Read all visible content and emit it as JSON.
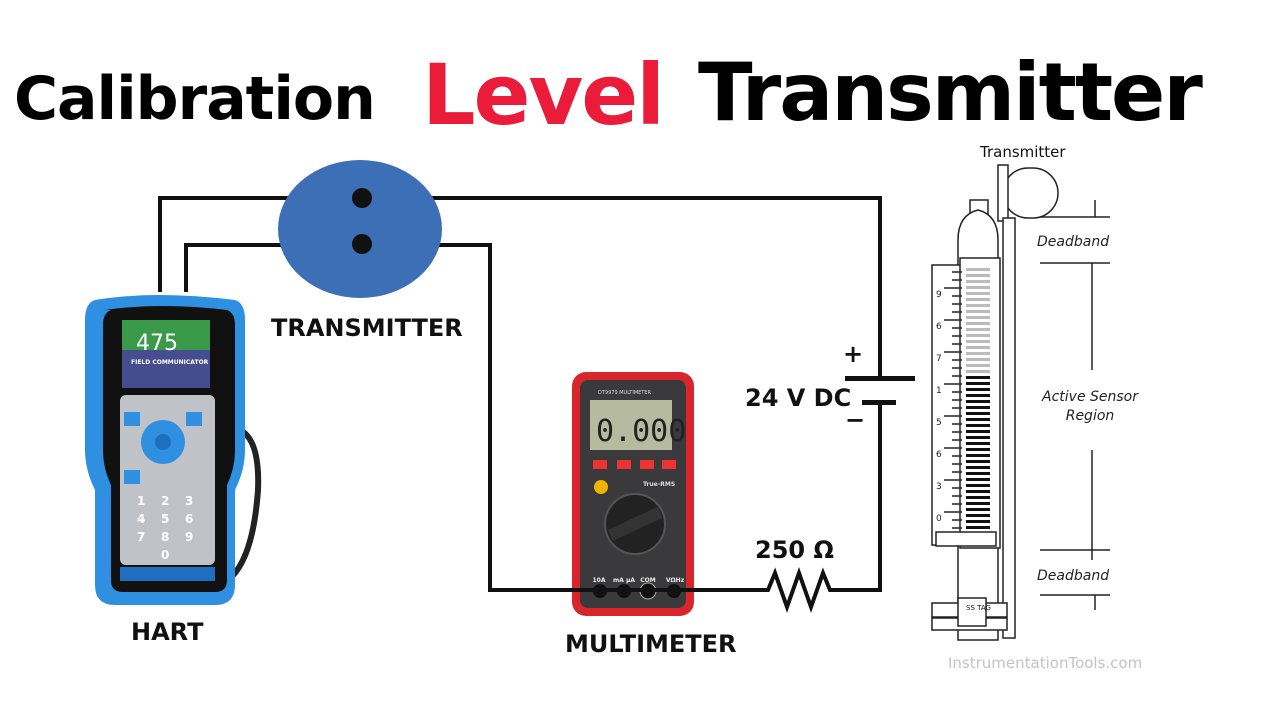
{
  "title": {
    "part1": "Calibration",
    "part2": "Level",
    "part3": "Transmitter",
    "accent_color": "#ea1c3a"
  },
  "labels": {
    "transmitter": "TRANSMITTER",
    "hart": "HART",
    "multimeter": "MULTIMETER",
    "supply": "24 V DC",
    "plus": "+",
    "minus": "−",
    "resistor": "250 Ω"
  },
  "hart_device": {
    "model": "475",
    "screen_text": "FIELD COMMUNICATOR",
    "keys": [
      "1",
      "2",
      "3",
      "4",
      "5",
      "6",
      "7",
      "8",
      "9",
      "0"
    ]
  },
  "multimeter_device": {
    "reading": "0.000",
    "brand": "DT9979 MULTIMETER",
    "rms": "True-RMS",
    "jacks": [
      "10A",
      "mA µA",
      "COM",
      "VΩHz"
    ]
  },
  "gauge": {
    "transmitter_label": "Transmitter",
    "deadband_top": "Deadband",
    "active_region": "Active Sensor Region",
    "deadband_bottom": "Deadband",
    "tag": "SS TAG",
    "scale_numbers": [
      "9",
      "6",
      "7",
      "1",
      "5",
      "6",
      "3",
      "0"
    ]
  },
  "watermark": "InstrumentationTools.com",
  "colors": {
    "transmitter_circle": "#3d6fb6",
    "hart_body": "#2f8fe0",
    "multimeter_body": "#d8262c"
  }
}
